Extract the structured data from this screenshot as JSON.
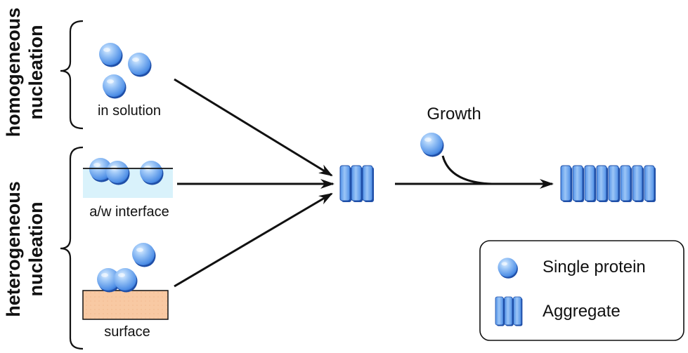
{
  "labels": {
    "homogeneous_line1": "homogeneous",
    "homogeneous_line2": "nucleation",
    "heterogeneous_line1": "heterogeneous",
    "heterogeneous_line2": "nucleation",
    "in_solution": "in solution",
    "aw_interface": "a/w interface",
    "surface": "surface",
    "growth": "Growth"
  },
  "legend": {
    "single_protein": "Single protein",
    "aggregate": "Aggregate"
  },
  "colors": {
    "protein_light": "#a9cdf7",
    "protein_mid": "#5f9ff0",
    "protein_dark": "#1f58b8",
    "water": "#d9f2fb",
    "surface_fill": "#f8c9a3",
    "stroke": "#111111"
  }
}
